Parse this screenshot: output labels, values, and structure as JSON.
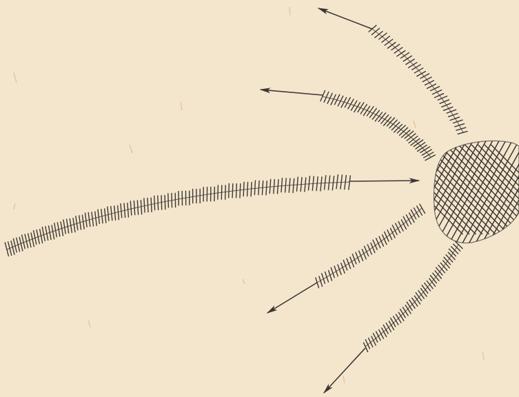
{
  "diagram": {
    "paper_color": "#f3e6cc",
    "ink_color": "#3b3632",
    "fiber_color": "#e2b48a",
    "center": {
      "shape": "crosshatched-patch",
      "icon": "crosshatch-patch-icon"
    },
    "tracks": [
      {
        "id": "track-upper",
        "direction": "outward",
        "icon": "arrow-icon"
      },
      {
        "id": "track-upper-middle",
        "direction": "outward",
        "icon": "arrow-icon"
      },
      {
        "id": "track-left-long",
        "direction": "inward",
        "icon": "arrow-icon"
      },
      {
        "id": "track-lower-middle",
        "direction": "outward",
        "icon": "arrow-icon"
      },
      {
        "id": "track-lower",
        "direction": "outward",
        "icon": "arrow-icon"
      }
    ]
  }
}
